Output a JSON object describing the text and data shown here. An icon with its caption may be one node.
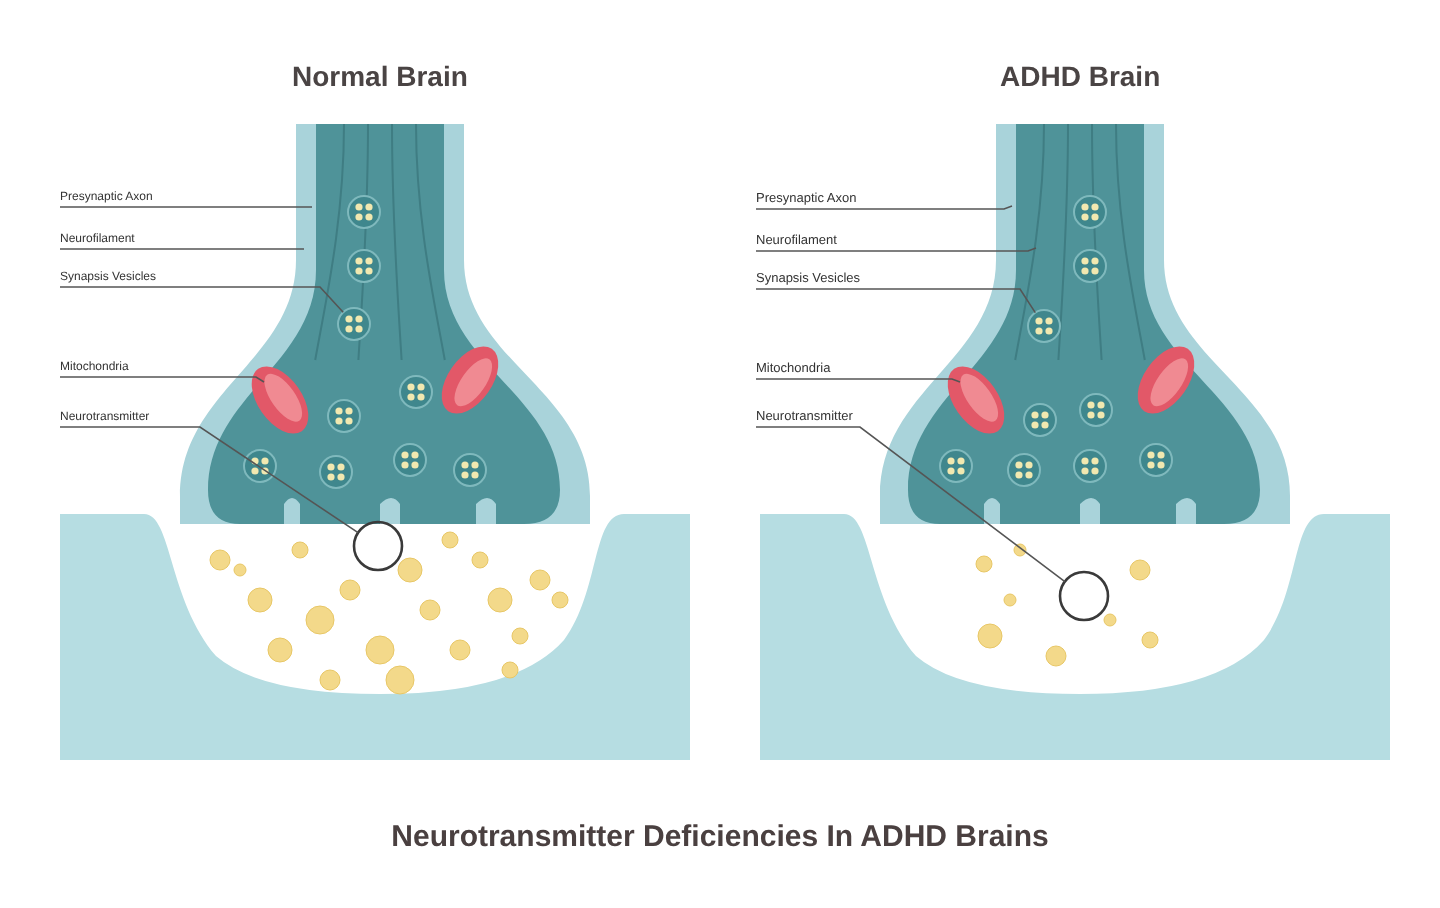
{
  "diagram": {
    "caption": "Neurotransmitter Deficiencies In ADHD Brains",
    "labels": [
      "Normal Brain",
      "ADHD Brain"
    ],
    "nodes": [
      {
        "text": [
          "Presynaptic Axon"
        ]
      },
      {
        "text": [
          "Neurofilament"
        ]
      },
      {
        "text": [
          "Synapsis Vesicles"
        ]
      },
      {
        "text": [
          "Mitochondria"
        ]
      },
      {
        "text": [
          "Neurotransmitter"
        ]
      },
      {
        "text": [],
        "shape": "circle"
      },
      {
        "text": [],
        "shape": "picture"
      },
      {
        "text": [],
        "shape": "circle"
      },
      {
        "text": [
          "Presynaptic Axon"
        ]
      },
      {
        "text": [
          "Neurofilament"
        ]
      },
      {
        "text": [
          "Synapsis Vesicles"
        ]
      },
      {
        "text": [
          "Mitochondria"
        ]
      },
      {
        "text": [
          "Neurotransmitter"
        ]
      },
      {
        "text": [],
        "shape": "circle"
      },
      {
        "text": [],
        "shape": "picture"
      },
      {
        "text": [],
        "shape": "circle"
      }
    ],
    "edges": [
      {
        "from": 0,
        "to": null,
        "arrow": "none"
      },
      {
        "from": 1,
        "to": null,
        "arrow": "none"
      },
      {
        "from": 2,
        "to": 5,
        "arrow": "none"
      },
      {
        "from": 3,
        "to": 6,
        "arrow": "none"
      },
      {
        "from": 4,
        "to": 7,
        "arrow": "none"
      },
      {
        "from": 8,
        "to": null,
        "arrow": "none"
      },
      {
        "from": 9,
        "to": null,
        "arrow": "none"
      },
      {
        "from": 10,
        "to": 13,
        "arrow": "none"
      },
      {
        "from": 11,
        "to": 14,
        "arrow": "none"
      },
      {
        "from": 12,
        "to": 15,
        "arrow": "none"
      }
    ]
  }
}
